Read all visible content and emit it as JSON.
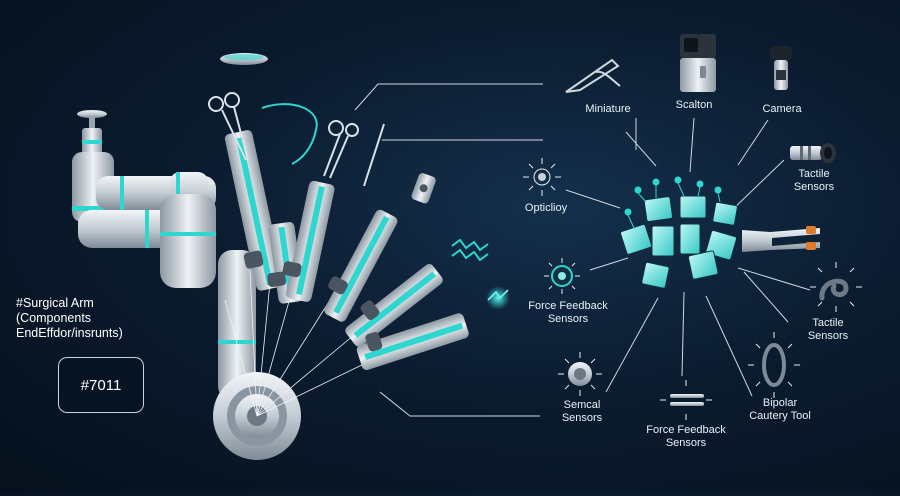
{
  "title_lines": [
    "#Surgical Arm",
    "(Components",
    "EndEffdor/insrunts)"
  ],
  "badge": "#7011",
  "labels": {
    "miniature": "Miniature",
    "scalton": "Scalton",
    "camera": "Camera",
    "tactile_top": [
      "Tactile",
      "Sensors"
    ],
    "opticlioy": "Opticlioy",
    "force_left": [
      "Force Feedback",
      "Sensors"
    ],
    "tactile_mid": [
      "Tactile",
      "Sensors"
    ],
    "semcal": [
      "Semcal",
      "Sensors"
    ],
    "force_bottom": [
      "Force Feedback",
      "Sensors"
    ],
    "bipolar": [
      "Bipolar",
      "Cautery Tool"
    ]
  },
  "colors": {
    "accent": "#2fd6cf",
    "metal": "#c9d2da",
    "line": "#cfd8e0"
  },
  "icons": [
    "miniature-forceps-icon",
    "scalton-device-icon",
    "camera-icon",
    "tactile-sensor-icon",
    "optic-sensor-icon",
    "force-sensor-icon",
    "grip-clamp-icon",
    "semcal-sensor-icon",
    "force-bar-icon",
    "cautery-ring-icon",
    "sensor-array-icon",
    "robotic-arm-icon"
  ]
}
